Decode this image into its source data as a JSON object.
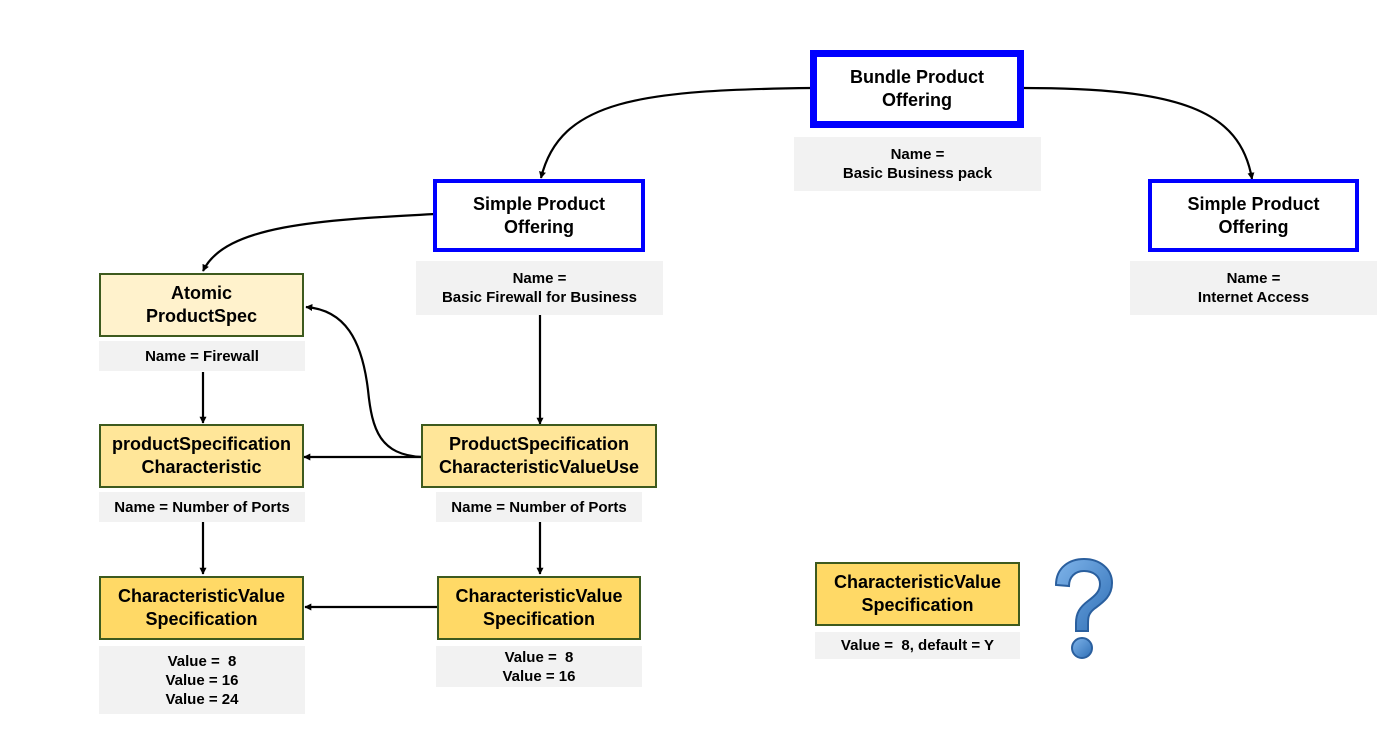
{
  "nodes": {
    "bundle": {
      "line1": "Bundle Product",
      "line2": "Offering"
    },
    "simple_firewall": {
      "line1": "Simple Product",
      "line2": "Offering"
    },
    "simple_internet": {
      "line1": "Simple Product",
      "line2": "Offering"
    },
    "atomic_spec": {
      "line1": "Atomic",
      "line2": "ProductSpec"
    },
    "spec_characteristic": {
      "line1": "productSpecification",
      "line2": "Characteristic"
    },
    "char_value_use": {
      "line1": "ProductSpecification",
      "line2": "CharacteristicValueUse"
    },
    "char_value_spec_left": {
      "line1": "CharacteristicValue",
      "line2": "Specification"
    },
    "char_value_spec_middle": {
      "line1": "CharacteristicValue",
      "line2": "Specification"
    },
    "char_value_spec_right": {
      "line1": "CharacteristicValue",
      "line2": "Specification"
    }
  },
  "labels": {
    "bundle": [
      "Name =",
      "Basic Business pack"
    ],
    "simple_firewall": [
      "Name =",
      "Basic Firewall for Business"
    ],
    "simple_internet": [
      "Name =",
      "Internet Access"
    ],
    "atomic_spec": [
      "Name = Firewall"
    ],
    "spec_characteristic": [
      "Name = Number of Ports"
    ],
    "char_value_use": [
      "Name = Number of Ports"
    ],
    "char_value_spec_left": [
      "Value =  8",
      "Value = 16",
      "Value = 24"
    ],
    "char_value_spec_middle": [
      "Value =  8",
      "Value = 16"
    ],
    "char_value_spec_right": [
      "Value =  8, default = Y"
    ]
  },
  "colors": {
    "offering_border": "#0000ff",
    "spec_border": "#3d5a1e",
    "atomic_fill": "#fff2cc",
    "characteristic_fill": "#ffe699",
    "value_fill": "#ffd966",
    "label_fill": "#f2f2f2",
    "question_mark": "#4a8cd0"
  },
  "icons": {
    "question": "question-mark-icon"
  }
}
